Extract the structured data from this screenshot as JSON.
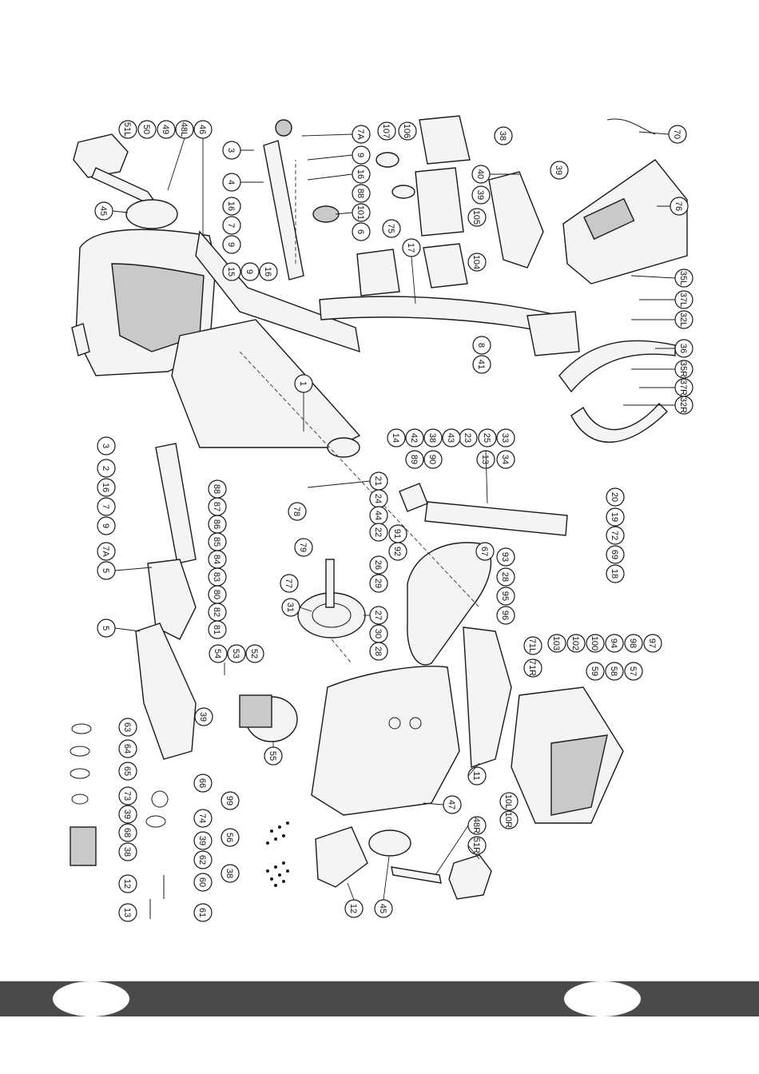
{
  "labels": {
    "p70": "70",
    "p76": "76",
    "p39a": "39",
    "p35L": "35L",
    "p37L": "37L",
    "p32L": "32L",
    "p36": "36",
    "p35R": "35R",
    "p37R": "37R",
    "p32R": "32R",
    "p38a": "38",
    "p40": "40",
    "p39b": "39",
    "p106": "106",
    "p107": "107",
    "p105": "105",
    "p104": "104",
    "p75": "75",
    "p17": "17",
    "p7A": "7A",
    "p9a": "9",
    "p16a": "16",
    "p88a": "88",
    "p101": "101",
    "p6": "6",
    "p3a": "3",
    "p4": "4",
    "p16b": "16",
    "p7a": "7",
    "p9b": "9",
    "p51L": "51L",
    "p50": "50",
    "p49": "49",
    "p48L": "48L",
    "p46": "46",
    "p45a": "45",
    "p15": "15",
    "p9c": "9",
    "p16c": "16",
    "p8": "8",
    "p41": "41",
    "p23": "23",
    "p25": "25",
    "p33": "33",
    "p14": "14",
    "p42": "42",
    "p38b": "38",
    "p43": "43",
    "p1": "1",
    "p89": "89",
    "p90": "90",
    "p13": "13",
    "p34": "34",
    "p3b": "3",
    "p2": "2",
    "p16d": "16",
    "p7b": "7",
    "p9d": "9",
    "p7A2": "7A",
    "p5a": "5",
    "p21": "21",
    "p24": "24",
    "p44": "44",
    "p22": "22",
    "p26": "26",
    "p29": "29",
    "p27": "27",
    "p30": "30",
    "p28a": "28",
    "p31": "31",
    "p78": "78",
    "p79": "79",
    "p77": "77",
    "p88b": "88",
    "p87": "87",
    "p86": "86",
    "p85": "85",
    "p84": "84",
    "p83": "83",
    "p80": "80",
    "p82": "82",
    "p81": "81",
    "p91": "91",
    "p92": "92",
    "p67": "67",
    "p93": "93",
    "p28b": "28",
    "p95": "95",
    "p96": "96",
    "p20": "20",
    "p19": "19",
    "p72": "72",
    "p69": "69",
    "p18": "18",
    "p103": "103",
    "p102": "102",
    "p100": "100",
    "p94": "94",
    "p98": "98",
    "p97": "97",
    "p71L": "71L",
    "p71R": "71R",
    "p59": "59",
    "p58": "58",
    "p57": "57",
    "p5b": "5",
    "p54": "54",
    "p53": "53",
    "p52": "52",
    "p55": "55",
    "p39c": "39",
    "p63": "63",
    "p64": "64",
    "p65": "65",
    "p73": "73",
    "p39d": "39",
    "p68": "68",
    "p38c": "38",
    "p12a": "12",
    "p13b": "13",
    "p66": "66",
    "p74": "74",
    "p99": "99",
    "p56": "56",
    "p39e": "39",
    "p62": "62",
    "p38d": "38",
    "p60": "60",
    "p61": "61",
    "p11": "11",
    "p47": "47",
    "p10L": "10L",
    "p10R": "10R",
    "p12b": "12",
    "p45b": "45",
    "p48R": "48R",
    "p51R": "51R"
  },
  "footer": {
    "page_left": "",
    "page_right": ""
  }
}
